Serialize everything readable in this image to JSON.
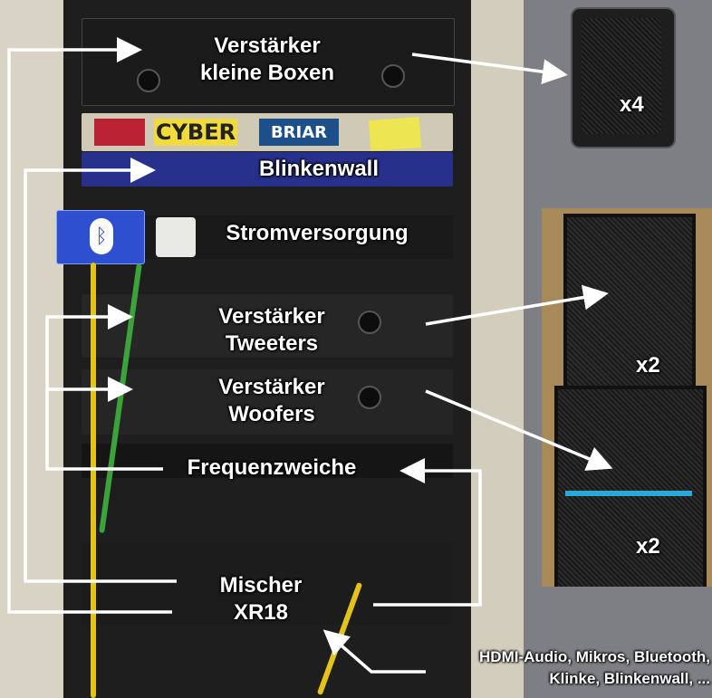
{
  "labels": {
    "amp_small_line1": "Verstärker",
    "amp_small_line2": "kleine Boxen",
    "blinkenwall": "Blinkenwall",
    "power_supply": "Stromversorgung",
    "amp_tweeters_line1": "Verstärker",
    "amp_tweeters_line2": "Tweeters",
    "amp_woofers_line1": "Verstärker",
    "amp_woofers_line2": "Woofers",
    "crossover": "Frequenzweiche",
    "mixer_line1": "Mischer",
    "mixer_line2": "XR18",
    "inputs_line1": "HDMI-Audio, Mikros, Bluetooth,",
    "inputs_line2": "Klinke, Blinkenwall, ..."
  },
  "counts": {
    "small_speakers": "x4",
    "tweeter_boxes": "x2",
    "woofer_boxes": "x2"
  },
  "stickers": {
    "cyber": "CYBER",
    "briar": "BRIAR"
  },
  "colors": {
    "arrow": "#ffffff",
    "background": "#7d7f84"
  }
}
